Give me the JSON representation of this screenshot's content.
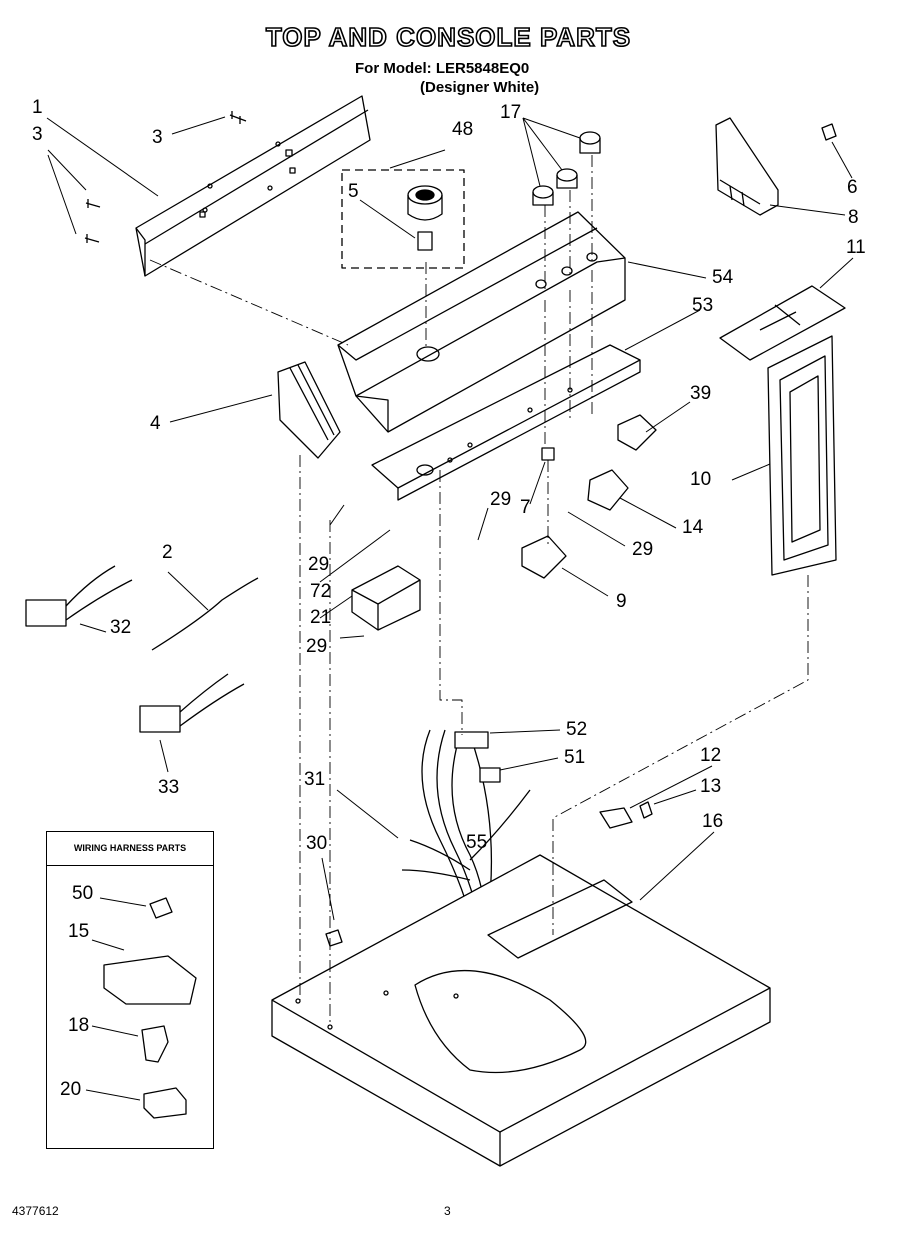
{
  "header": {
    "title": "TOP AND CONSOLE PARTS",
    "model_line": "For Model: LER5848EQ0",
    "model_variant": "(Designer White)"
  },
  "callouts": [
    {
      "id": "c1",
      "text": "1"
    },
    {
      "id": "c3a",
      "text": "3"
    },
    {
      "id": "c3b",
      "text": "3"
    },
    {
      "id": "c48",
      "text": "48"
    },
    {
      "id": "c5",
      "text": "5"
    },
    {
      "id": "c17",
      "text": "17"
    },
    {
      "id": "c6",
      "text": "6"
    },
    {
      "id": "c8",
      "text": "8"
    },
    {
      "id": "c11",
      "text": "11"
    },
    {
      "id": "c54",
      "text": "54"
    },
    {
      "id": "c53",
      "text": "53"
    },
    {
      "id": "c4",
      "text": "4"
    },
    {
      "id": "c39",
      "text": "39"
    },
    {
      "id": "c10",
      "text": "10"
    },
    {
      "id": "c29a",
      "text": "29"
    },
    {
      "id": "c7",
      "text": "7"
    },
    {
      "id": "c14",
      "text": "14"
    },
    {
      "id": "c29b",
      "text": "29"
    },
    {
      "id": "c29c",
      "text": "29"
    },
    {
      "id": "c72",
      "text": "72"
    },
    {
      "id": "c21",
      "text": "21"
    },
    {
      "id": "c9",
      "text": "9"
    },
    {
      "id": "c2",
      "text": "2"
    },
    {
      "id": "c32",
      "text": "32"
    },
    {
      "id": "c29d",
      "text": "29"
    },
    {
      "id": "c33",
      "text": "33"
    },
    {
      "id": "c52",
      "text": "52"
    },
    {
      "id": "c51",
      "text": "51"
    },
    {
      "id": "c12",
      "text": "12"
    },
    {
      "id": "c13",
      "text": "13"
    },
    {
      "id": "c31",
      "text": "31"
    },
    {
      "id": "c16",
      "text": "16"
    },
    {
      "id": "c55",
      "text": "55"
    },
    {
      "id": "c30",
      "text": "30"
    }
  ],
  "wiring_harness": {
    "title": "WIRING HARNESS PARTS",
    "items": [
      {
        "label": "50"
      },
      {
        "label": "15"
      },
      {
        "label": "18"
      },
      {
        "label": "20"
      }
    ]
  },
  "footer": {
    "doc_number": "4377612",
    "page_number": "3"
  }
}
